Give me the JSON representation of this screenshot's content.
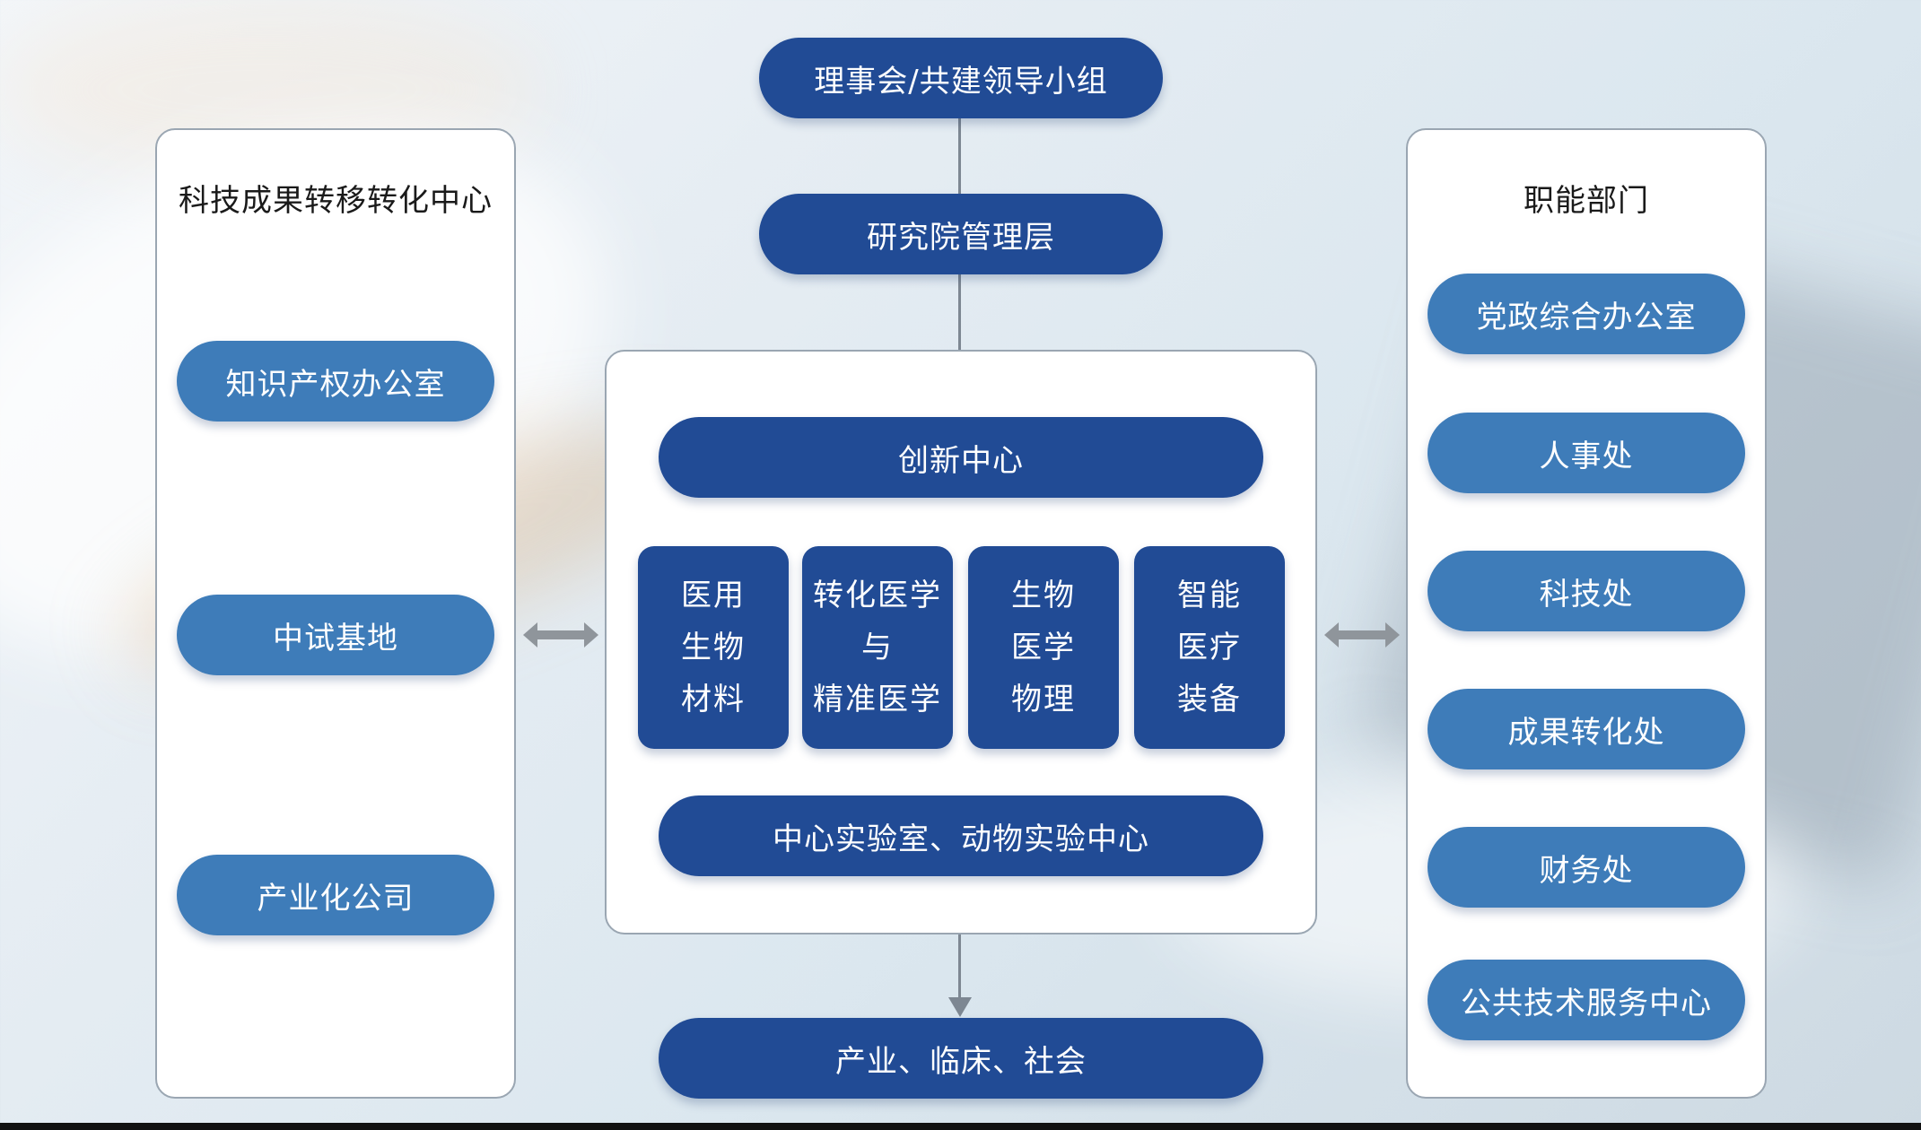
{
  "top": {
    "board": "理事会/共建领导小组",
    "management": "研究院管理层"
  },
  "left_panel": {
    "title": "科技成果转移转化中心",
    "items": [
      "知识产权办公室",
      "中试基地",
      "产业化公司"
    ]
  },
  "center_panel": {
    "innovation": "创新中心",
    "labs": [
      {
        "lines": [
          "医用",
          "生物",
          "材料"
        ]
      },
      {
        "lines": [
          "转化医学",
          "与",
          "精准医学"
        ]
      },
      {
        "lines": [
          "生物",
          "医学",
          "物理"
        ]
      },
      {
        "lines": [
          "智能",
          "医疗",
          "装备"
        ]
      }
    ],
    "facility": "中心实验室、动物实验中心"
  },
  "output": "产业、临床、社会",
  "right_panel": {
    "title": "职能部门",
    "items": [
      "党政综合办公室",
      "人事处",
      "科技处",
      "成果转化处",
      "财务处",
      "公共技术服务中心"
    ]
  },
  "colors": {
    "dark_blue": "#214b95",
    "light_blue": "#3e7cb9",
    "arrow_gray": "#8f959b"
  }
}
